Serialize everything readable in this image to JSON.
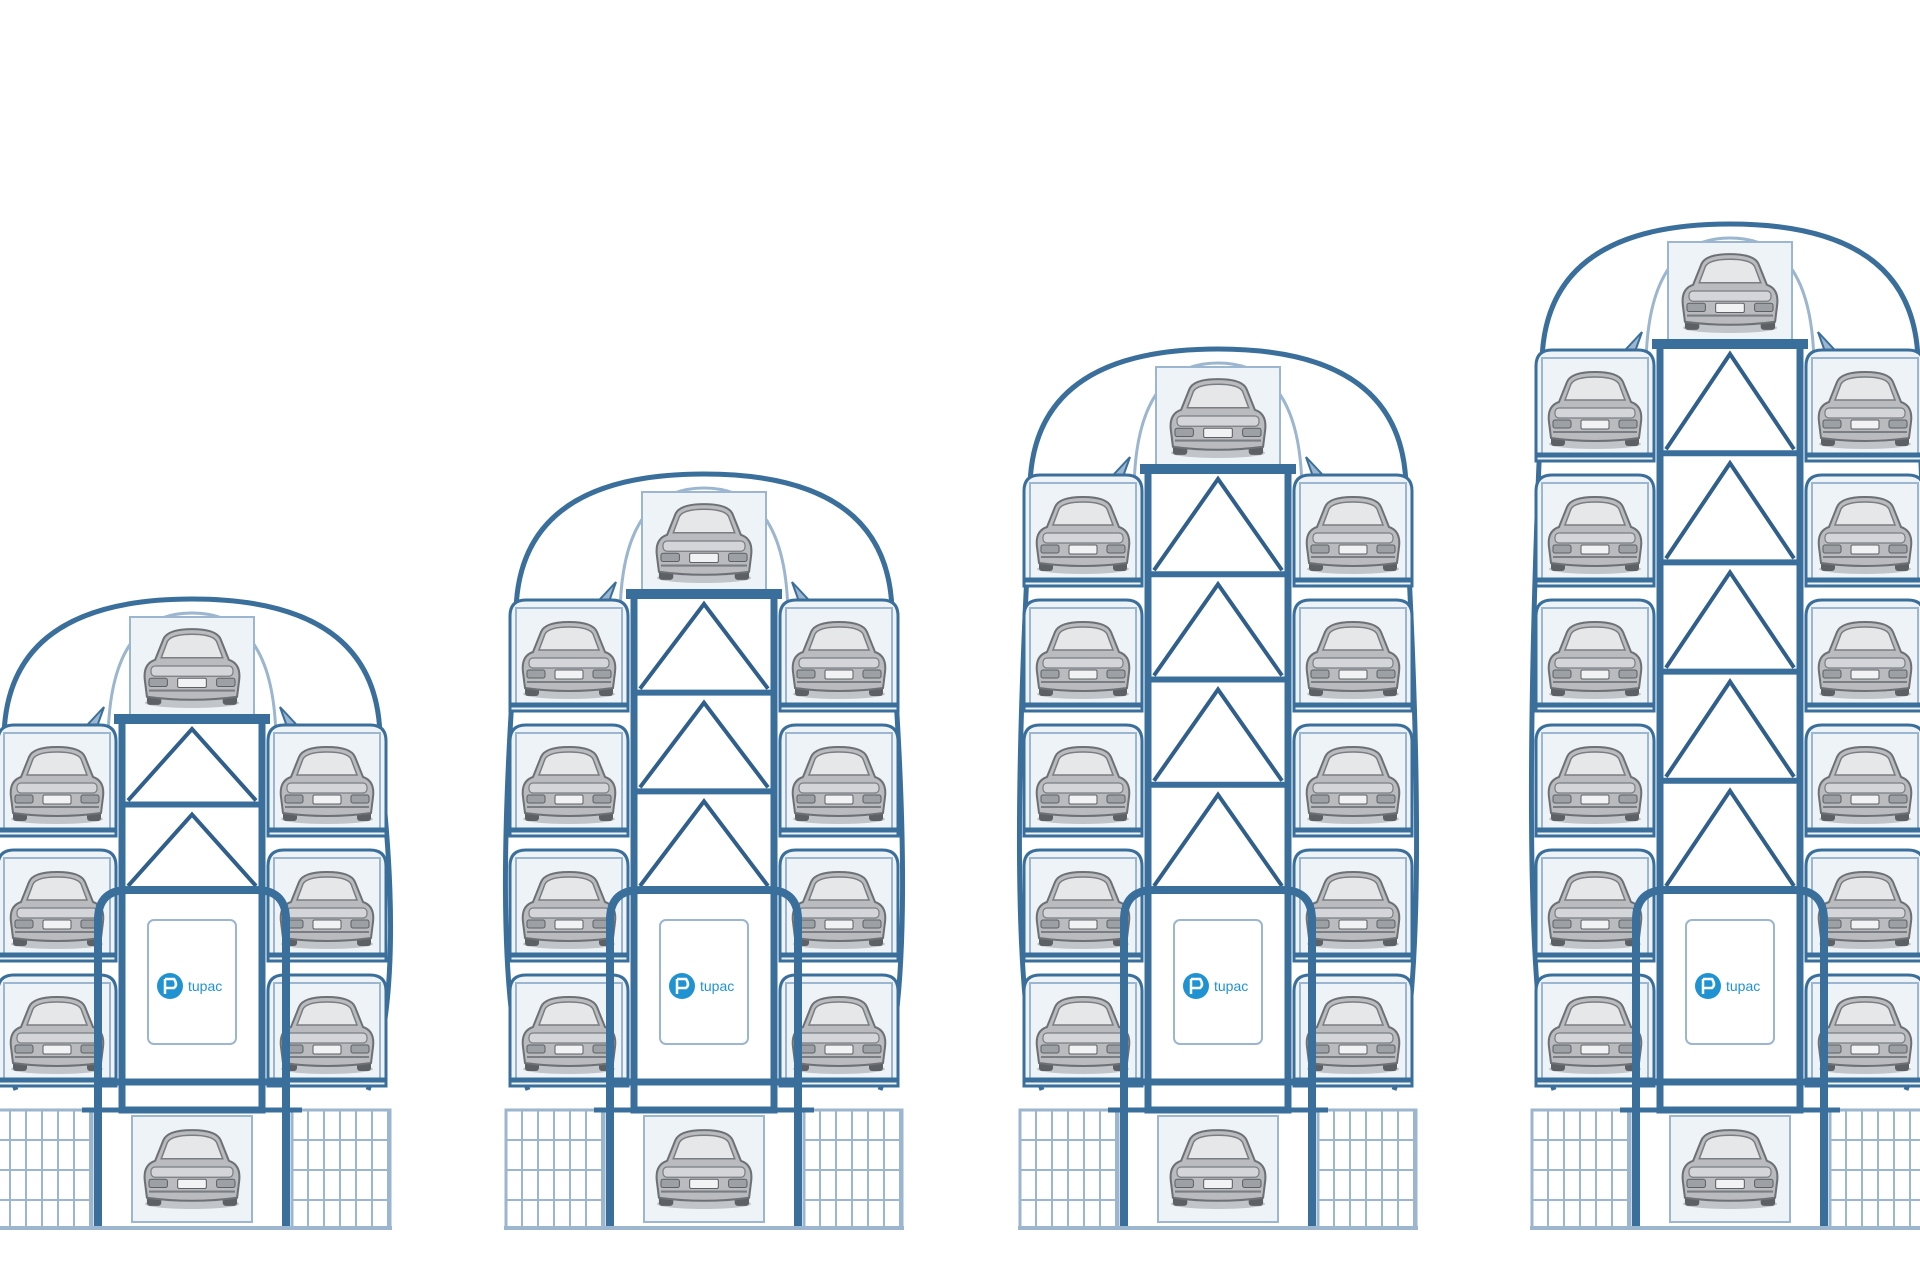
{
  "colors": {
    "frame": "#3a6f9c",
    "frame_dark": "#2f5f8a",
    "frame_light": "#9bb6ce",
    "glass": "#eef3f8",
    "car_body": "#b7b9bc",
    "car_dark": "#6d7074",
    "car_light": "#dcdde0",
    "logo": "#1f93d2",
    "background": "#ffffff"
  },
  "icons": [
    "car-icon",
    "brand-logo-icon",
    "rotation-arrow-icon"
  ],
  "towers": [
    {
      "name": "tower-1",
      "side_levels": 3,
      "brand_text": "tupac"
    },
    {
      "name": "tower-2",
      "side_levels": 4,
      "brand_text": "tupac"
    },
    {
      "name": "tower-3",
      "side_levels": 5,
      "brand_text": "tupac"
    },
    {
      "name": "tower-4",
      "side_levels": 6,
      "brand_text": "tupac"
    }
  ]
}
